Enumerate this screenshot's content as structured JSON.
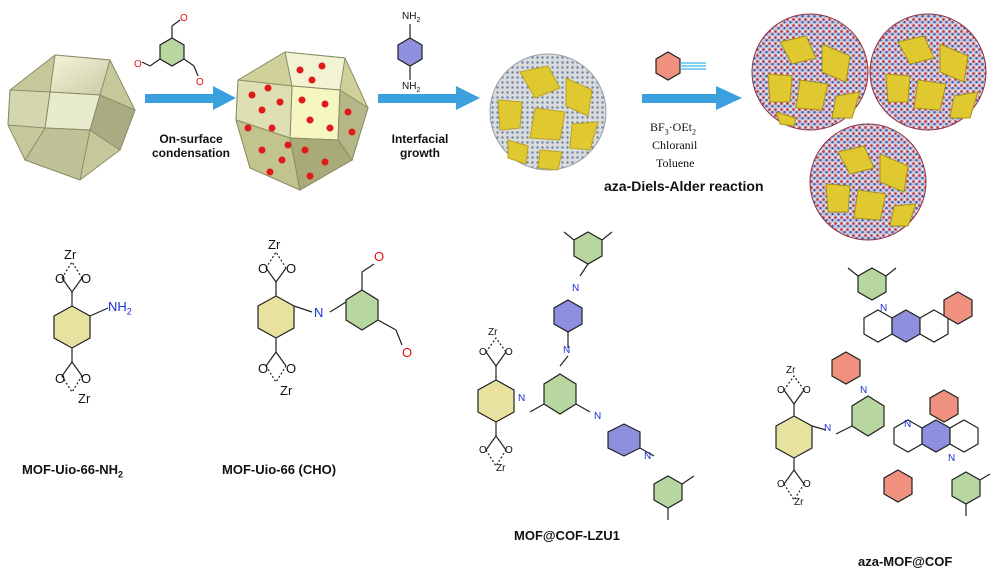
{
  "step_labels": {
    "step1_line1": "On-surface",
    "step1_line2": "condensation",
    "step2_line1": "Interfacial",
    "step2_line2": "growth",
    "reaction_name": "aza-Diels-Alder reaction"
  },
  "reagents": {
    "catalyst": "BF",
    "catalyst_sub": "3",
    "catalyst_rest": "·OEt",
    "catalyst_sub2": "2",
    "oxidant": "Chloranil",
    "solvent": "Toluene",
    "amine_top": "NH",
    "amine_top_sub": "2",
    "amine_bottom": "NH",
    "amine_bottom_sub": "2"
  },
  "atoms": {
    "zr": "Zr",
    "o": "O",
    "n": "N",
    "nh2": "NH",
    "nh2_sub": "2"
  },
  "captions": {
    "c1_main": "MOF-Uio-66-NH",
    "c1_sub": "2",
    "c2": "MOF-Uio-66 (CHO)",
    "c3": "MOF@COF-LZU1",
    "c4": "aza-MOF@COF"
  },
  "colors": {
    "arrow": "#3aa0de",
    "aldehyde_ring": "#b7d6a0",
    "amine_ring": "#8f8fe0",
    "phenyl_ring": "#f0907e",
    "terephthalate_ring": "#e8e2a0",
    "nitrogen": "#1a2fd6",
    "oxygen": "#e01010",
    "mof_crystal": "#cfd2a6",
    "shell_yellow": "#e0c930",
    "dot_red": "#e01a1a"
  }
}
